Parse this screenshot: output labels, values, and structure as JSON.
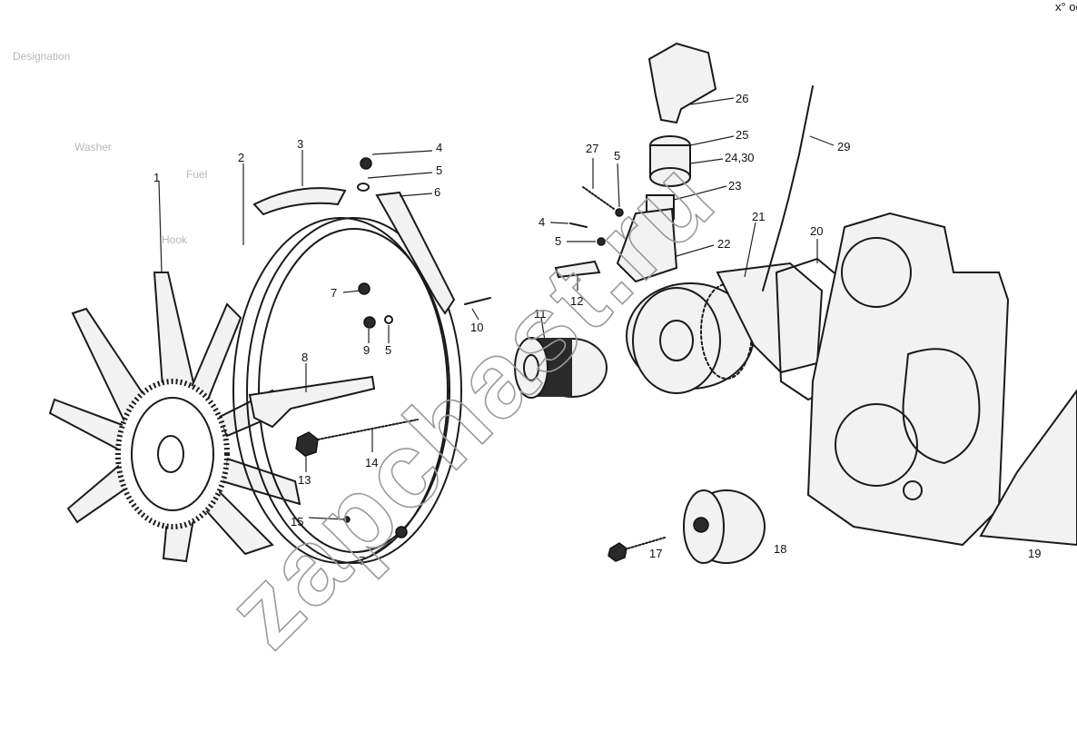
{
  "watermark": "zapchast.ru",
  "corner_mark": "x° ooo",
  "background_text": [
    "Designation",
    "Washer",
    "Fuel",
    "Hook"
  ],
  "callouts": [
    {
      "id": "c1",
      "text": "1"
    },
    {
      "id": "c2",
      "text": "2"
    },
    {
      "id": "c3",
      "text": "3"
    },
    {
      "id": "c4a",
      "text": "4"
    },
    {
      "id": "c5a",
      "text": "5"
    },
    {
      "id": "c6",
      "text": "6"
    },
    {
      "id": "c7a",
      "text": "7"
    },
    {
      "id": "c9",
      "text": "9"
    },
    {
      "id": "c5b",
      "text": "5"
    },
    {
      "id": "c10",
      "text": "10"
    },
    {
      "id": "c8",
      "text": "8"
    },
    {
      "id": "c11",
      "text": "11"
    },
    {
      "id": "c13",
      "text": "13"
    },
    {
      "id": "c14",
      "text": "14"
    },
    {
      "id": "c15",
      "text": "15"
    },
    {
      "id": "c7b",
      "text": "7"
    },
    {
      "id": "c26",
      "text": "26"
    },
    {
      "id": "c25",
      "text": "25"
    },
    {
      "id": "c2430",
      "text": "24,30"
    },
    {
      "id": "c29",
      "text": "29"
    },
    {
      "id": "c27",
      "text": "27"
    },
    {
      "id": "c5c",
      "text": "5"
    },
    {
      "id": "c23",
      "text": "23"
    },
    {
      "id": "c4b",
      "text": "4"
    },
    {
      "id": "c5d",
      "text": "5"
    },
    {
      "id": "c21",
      "text": "21"
    },
    {
      "id": "c22",
      "text": "22"
    },
    {
      "id": "c20",
      "text": "20"
    },
    {
      "id": "c12",
      "text": "12"
    },
    {
      "id": "c17",
      "text": "17"
    },
    {
      "id": "c18",
      "text": "18"
    },
    {
      "id": "c19",
      "text": "19"
    }
  ]
}
